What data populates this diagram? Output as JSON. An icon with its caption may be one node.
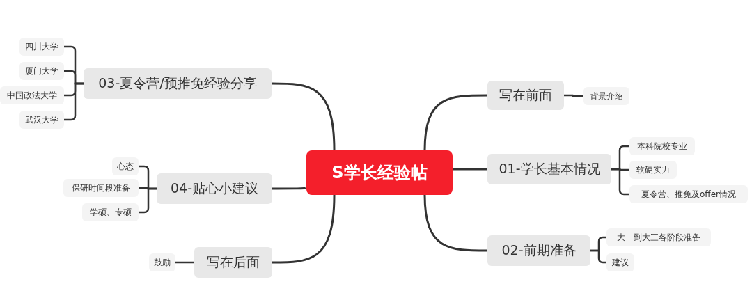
{
  "diagram": {
    "nodes": [
      {
        "text": [
          "S学长经验帖"
        ]
      },
      {
        "text": [
          "写在前面"
        ]
      },
      {
        "text": [
          "背景介绍"
        ]
      },
      {
        "text": [
          "01-学长基本情况"
        ]
      },
      {
        "text": [
          "本科院校专业"
        ]
      },
      {
        "text": [
          "软硬实力"
        ]
      },
      {
        "text": [
          "夏令营、推免及offer情况"
        ]
      },
      {
        "text": [
          "02-前期准备"
        ]
      },
      {
        "text": [
          "大一到大三各阶段准备"
        ]
      },
      {
        "text": [
          "建议"
        ]
      },
      {
        "text": [
          "03-夏令营/预推免经验分享"
        ]
      },
      {
        "text": [
          "四川大学"
        ]
      },
      {
        "text": [
          "厦门大学"
        ]
      },
      {
        "text": [
          "中国政法大学"
        ]
      },
      {
        "text": [
          "武汉大学"
        ]
      },
      {
        "text": [
          "04-贴心小建议"
        ]
      },
      {
        "text": [
          "心态"
        ]
      },
      {
        "text": [
          "保研时间段准备"
        ]
      },
      {
        "text": [
          "学硕、专硕"
        ]
      },
      {
        "text": [
          "写在后面"
        ]
      },
      {
        "text": [
          "鼓励"
        ]
      }
    ],
    "edges": [
      {
        "from": 0,
        "to": 1,
        "arrow": "none"
      },
      {
        "from": 0,
        "to": 3,
        "arrow": "none"
      },
      {
        "from": 0,
        "to": 7,
        "arrow": "none"
      },
      {
        "from": 0,
        "to": 10,
        "arrow": "none"
      },
      {
        "from": 0,
        "to": 15,
        "arrow": "none"
      },
      {
        "from": 0,
        "to": 19,
        "arrow": "none"
      },
      {
        "from": 1,
        "to": 2,
        "arrow": "none"
      },
      {
        "from": 3,
        "to": 4,
        "arrow": "none"
      },
      {
        "from": 3,
        "to": 5,
        "arrow": "none"
      },
      {
        "from": 3,
        "to": 6,
        "arrow": "none"
      },
      {
        "from": 7,
        "to": 8,
        "arrow": "none"
      },
      {
        "from": 7,
        "to": 9,
        "arrow": "none"
      },
      {
        "from": 10,
        "to": 11,
        "arrow": "none"
      },
      {
        "from": 10,
        "to": 12,
        "arrow": "none"
      },
      {
        "from": 10,
        "to": 13,
        "arrow": "none"
      },
      {
        "from": 10,
        "to": 14,
        "arrow": "none"
      },
      {
        "from": 15,
        "to": 16,
        "arrow": "none"
      },
      {
        "from": 15,
        "to": 17,
        "arrow": "none"
      },
      {
        "from": 15,
        "to": 18,
        "arrow": "none"
      },
      {
        "from": 19,
        "to": 20,
        "arrow": "none"
      }
    ]
  }
}
